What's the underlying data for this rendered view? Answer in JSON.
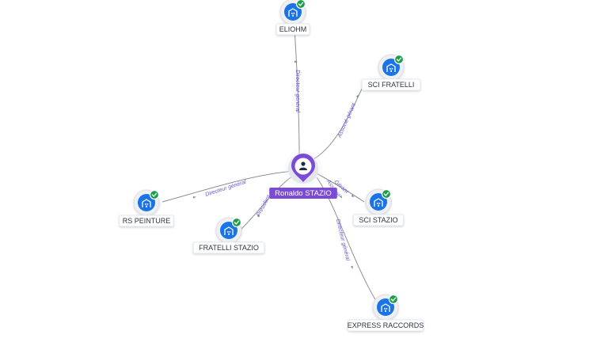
{
  "colors": {
    "accent": "#7b4bd8",
    "company": "#1a73e8",
    "check": "#1e9e4a",
    "edge": "#8a8f98",
    "edge_label": "#6a55d6"
  },
  "center": {
    "name": "Ronaldo STAZIO",
    "icon": "person-icon"
  },
  "companies": [
    {
      "id": "eliohm",
      "name": "ELIOHM",
      "icon": "company-building-icon",
      "verified": true
    },
    {
      "id": "sci-fratelli",
      "name": "SCI FRATELLI",
      "icon": "company-building-icon",
      "verified": true
    },
    {
      "id": "rs-peinture",
      "name": "RS PEINTURE",
      "icon": "company-building-icon",
      "verified": true
    },
    {
      "id": "sci-stazio",
      "name": "SCI STAZIO",
      "icon": "company-building-icon",
      "verified": true
    },
    {
      "id": "fratelli-stazio",
      "name": "FRATELLI STAZIO",
      "icon": "company-building-icon",
      "verified": true
    },
    {
      "id": "express-raccords",
      "name": "EXPRESS RACCORDS",
      "icon": "company-building-icon",
      "verified": true
    }
  ],
  "relations": [
    {
      "to": "eliohm",
      "label": "Directeur général"
    },
    {
      "to": "sci-fratelli",
      "label": "Associé-gérant"
    },
    {
      "to": "rs-peinture",
      "label": "Directeur général"
    },
    {
      "to": "sci-stazio",
      "label": "Gérant"
    },
    {
      "to": "sci-stazio",
      "label": "Associé"
    },
    {
      "to": "fratelli-stazio",
      "label": "Président"
    },
    {
      "to": "express-raccords",
      "label": "Directeur général"
    }
  ]
}
